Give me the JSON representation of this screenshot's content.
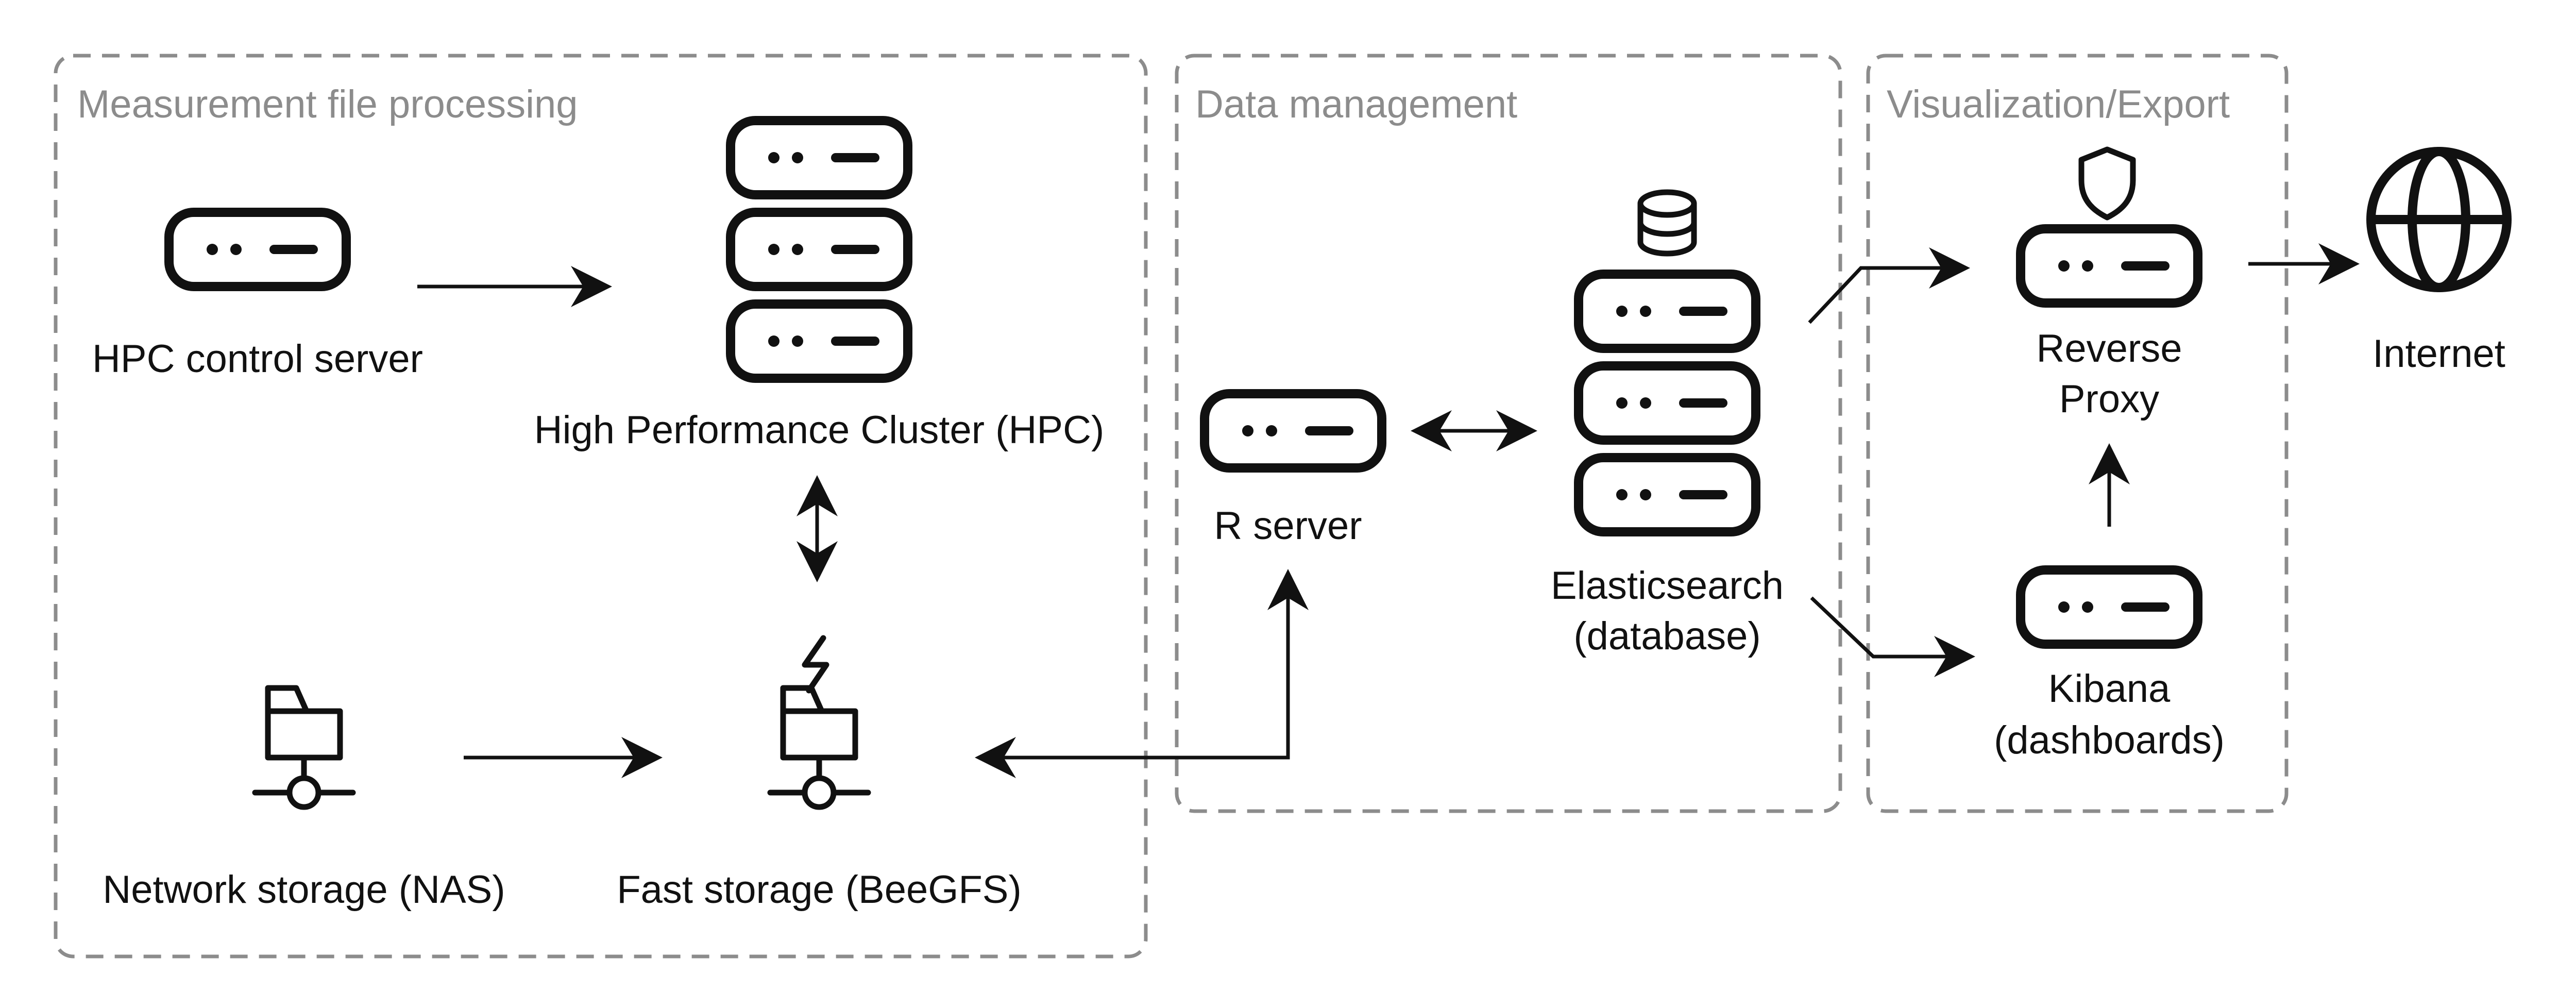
{
  "groups": {
    "processing": {
      "title": "Measurement file processing"
    },
    "management": {
      "title": "Data management"
    },
    "visualization": {
      "title": "Visualization/Export"
    }
  },
  "nodes": {
    "hpc_control": {
      "label": "HPC control server",
      "icon": "server-icon"
    },
    "hpc": {
      "label": "High Performance Cluster (HPC)",
      "icon": "server-rack-icon"
    },
    "nas": {
      "label": "Network storage (NAS)",
      "icon": "network-folder-icon"
    },
    "beegfs": {
      "label": "Fast storage (BeeGFS)",
      "icon": "network-folder-icon",
      "badge": "lightning-icon"
    },
    "r_server": {
      "label": "R server",
      "icon": "server-icon"
    },
    "elasticsearch": {
      "label_line1": "Elasticsearch",
      "label_line2": "(database)",
      "icon": "server-rack-icon",
      "badge": "database-icon"
    },
    "reverse_proxy": {
      "label_line1": "Reverse",
      "label_line2": "Proxy",
      "icon": "server-icon",
      "badge": "shield-icon"
    },
    "kibana": {
      "label_line1": "Kibana",
      "label_line2": "(dashboards)",
      "icon": "server-icon"
    },
    "internet": {
      "label": "Internet",
      "icon": "globe-icon"
    }
  },
  "colors": {
    "group_border": "#8c8c8c",
    "group_title": "#8c8c8c",
    "line": "#111111",
    "background": "#ffffff"
  }
}
